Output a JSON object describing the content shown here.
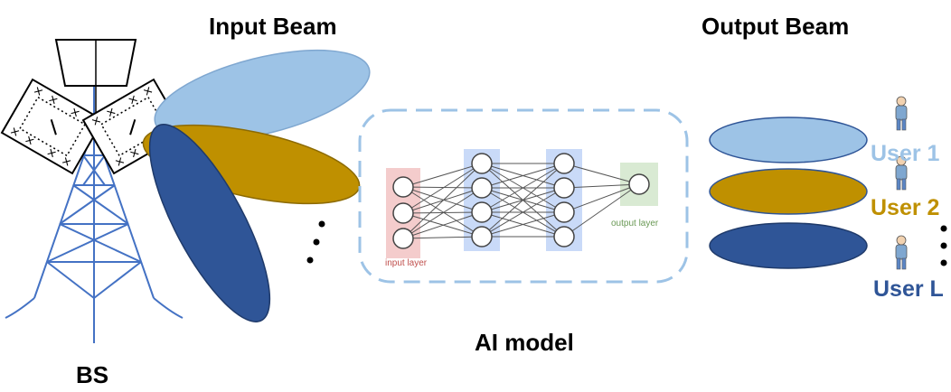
{
  "labels": {
    "input_beam": "Input Beam",
    "output_beam": "Output Beam",
    "ai_model": "AI model",
    "bs": "BS"
  },
  "nn": {
    "input_layer": "input layer",
    "output_layer": "output layer"
  },
  "users": [
    {
      "label": "User 1",
      "beam_color": "#9DC3E6",
      "text_color": "#9DC3E6"
    },
    {
      "label": "User 2",
      "beam_color": "#BF9000",
      "text_color": "#BF9000"
    },
    {
      "label": "User L",
      "beam_color": "#2F5597",
      "text_color": "#2F5597"
    }
  ],
  "colors": {
    "tower": "#4472C4",
    "light_beam": "#9DC3E6",
    "gold_beam": "#BF9000",
    "dark_beam": "#2F5597",
    "ai_box_border": "#9DC3E6",
    "input_layer_bg": "#F4CCCC",
    "hidden_layer_bg": "#C9DAF8",
    "output_layer_bg": "#D9EAD3"
  }
}
